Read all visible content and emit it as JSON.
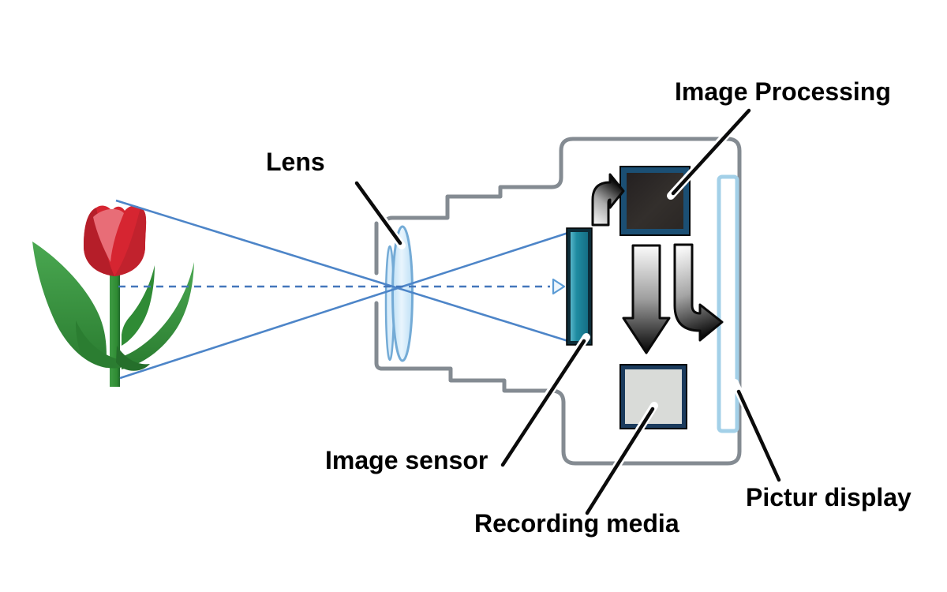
{
  "diagram": {
    "type": "digital-camera-imaging-pipeline",
    "labels": {
      "lens": "Lens",
      "image_processing": "Image Processing",
      "image_sensor": "Image sensor",
      "recording_media": "Recording media",
      "picture_display": "Pictur display"
    },
    "icons": {
      "subject": "tulip-flower-icon",
      "optics": "lens-icon",
      "sensor": "image-sensor-icon",
      "processing": "image-processing-chip-icon",
      "media": "recording-media-card-icon",
      "display": "picture-display-panel-icon",
      "flow_arrows": [
        "bent-right-arrow-icon",
        "down-arrow-icon",
        "elbow-right-arrow-icon"
      ],
      "axis_arrowhead": "optical-axis-arrowhead-icon"
    },
    "colors": {
      "background": "#ffffff",
      "body_outline_gray": "#848b92",
      "ray_blue": "#4d85c8",
      "axis_dash_blue": "#4477bb",
      "lens_fill": "#d9edfb",
      "lens_stroke": "#74abd6",
      "sensor_teal": "#1f8ba1",
      "sensor_frame": "#0d2c38",
      "processing_fill": "#302c2a",
      "processing_frame": "#1b4f74",
      "media_fill": "#d9dbd8",
      "media_frame": "#1b3b5d",
      "display_blue": "#a3d0e8",
      "leader_black": "#0b0b0b",
      "tulip_red": "#d62531",
      "tulip_red_dark": "#b51e29",
      "leaf_green": "#3a9b40",
      "label_text": "#000000"
    }
  }
}
